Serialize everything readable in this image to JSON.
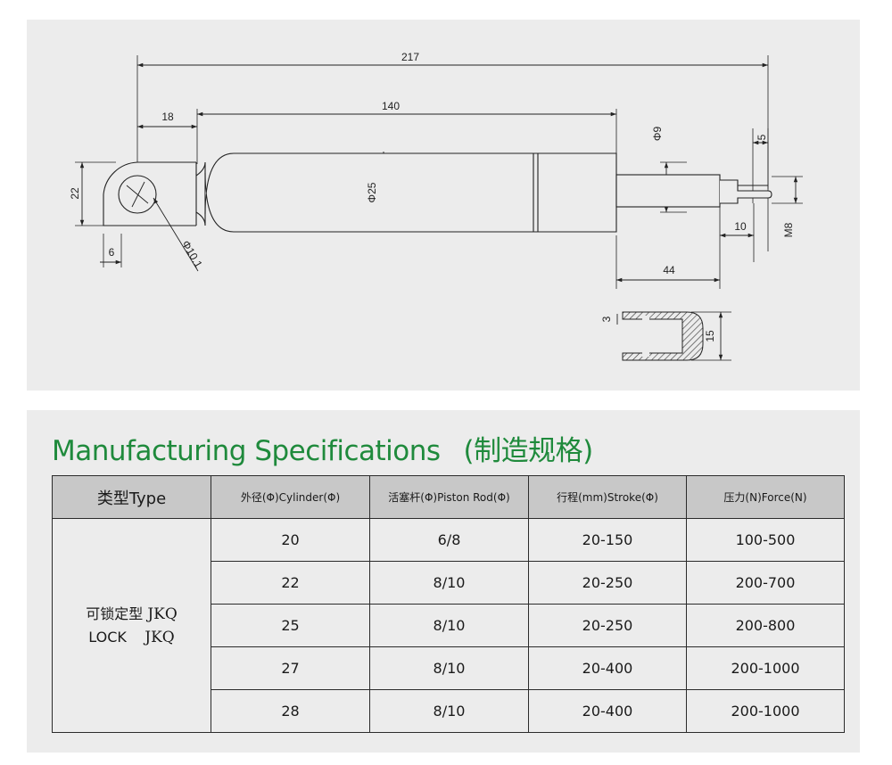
{
  "drawing": {
    "dims": {
      "overall": "217",
      "eye_offset": "18",
      "body_length": "140",
      "eye_height": "22",
      "eye_edge": "6",
      "hole_dia": "Φ10.1",
      "body_dia": "Φ25",
      "rod_dia": "Φ9",
      "stud_len": "5",
      "thread_len": "10",
      "thread": "M8",
      "rod_len": "44",
      "clip_thick": "3",
      "clip_height": "15"
    }
  },
  "specs": {
    "title_en": "Manufacturing Specifications",
    "title_cn": "(制造规格)",
    "headers": [
      "类型Type",
      "外径(Φ)Cylinder(Φ)",
      "活塞杆(Φ)Piston Rod(Φ)",
      "行程(mm)Stroke(Φ)",
      "压力(N)Force(N)"
    ],
    "type_line1": "可锁定型",
    "type_line1_code": "JKQ",
    "type_line2": "LOCK",
    "type_line2_code": "JKQ",
    "rows": [
      [
        "20",
        "6/8",
        "20-150",
        "100-500"
      ],
      [
        "22",
        "8/10",
        "20-250",
        "200-700"
      ],
      [
        "25",
        "8/10",
        "20-250",
        "200-800"
      ],
      [
        "27",
        "8/10",
        "20-400",
        "200-1000"
      ],
      [
        "28",
        "8/10",
        "20-400",
        "200-1000"
      ]
    ]
  }
}
